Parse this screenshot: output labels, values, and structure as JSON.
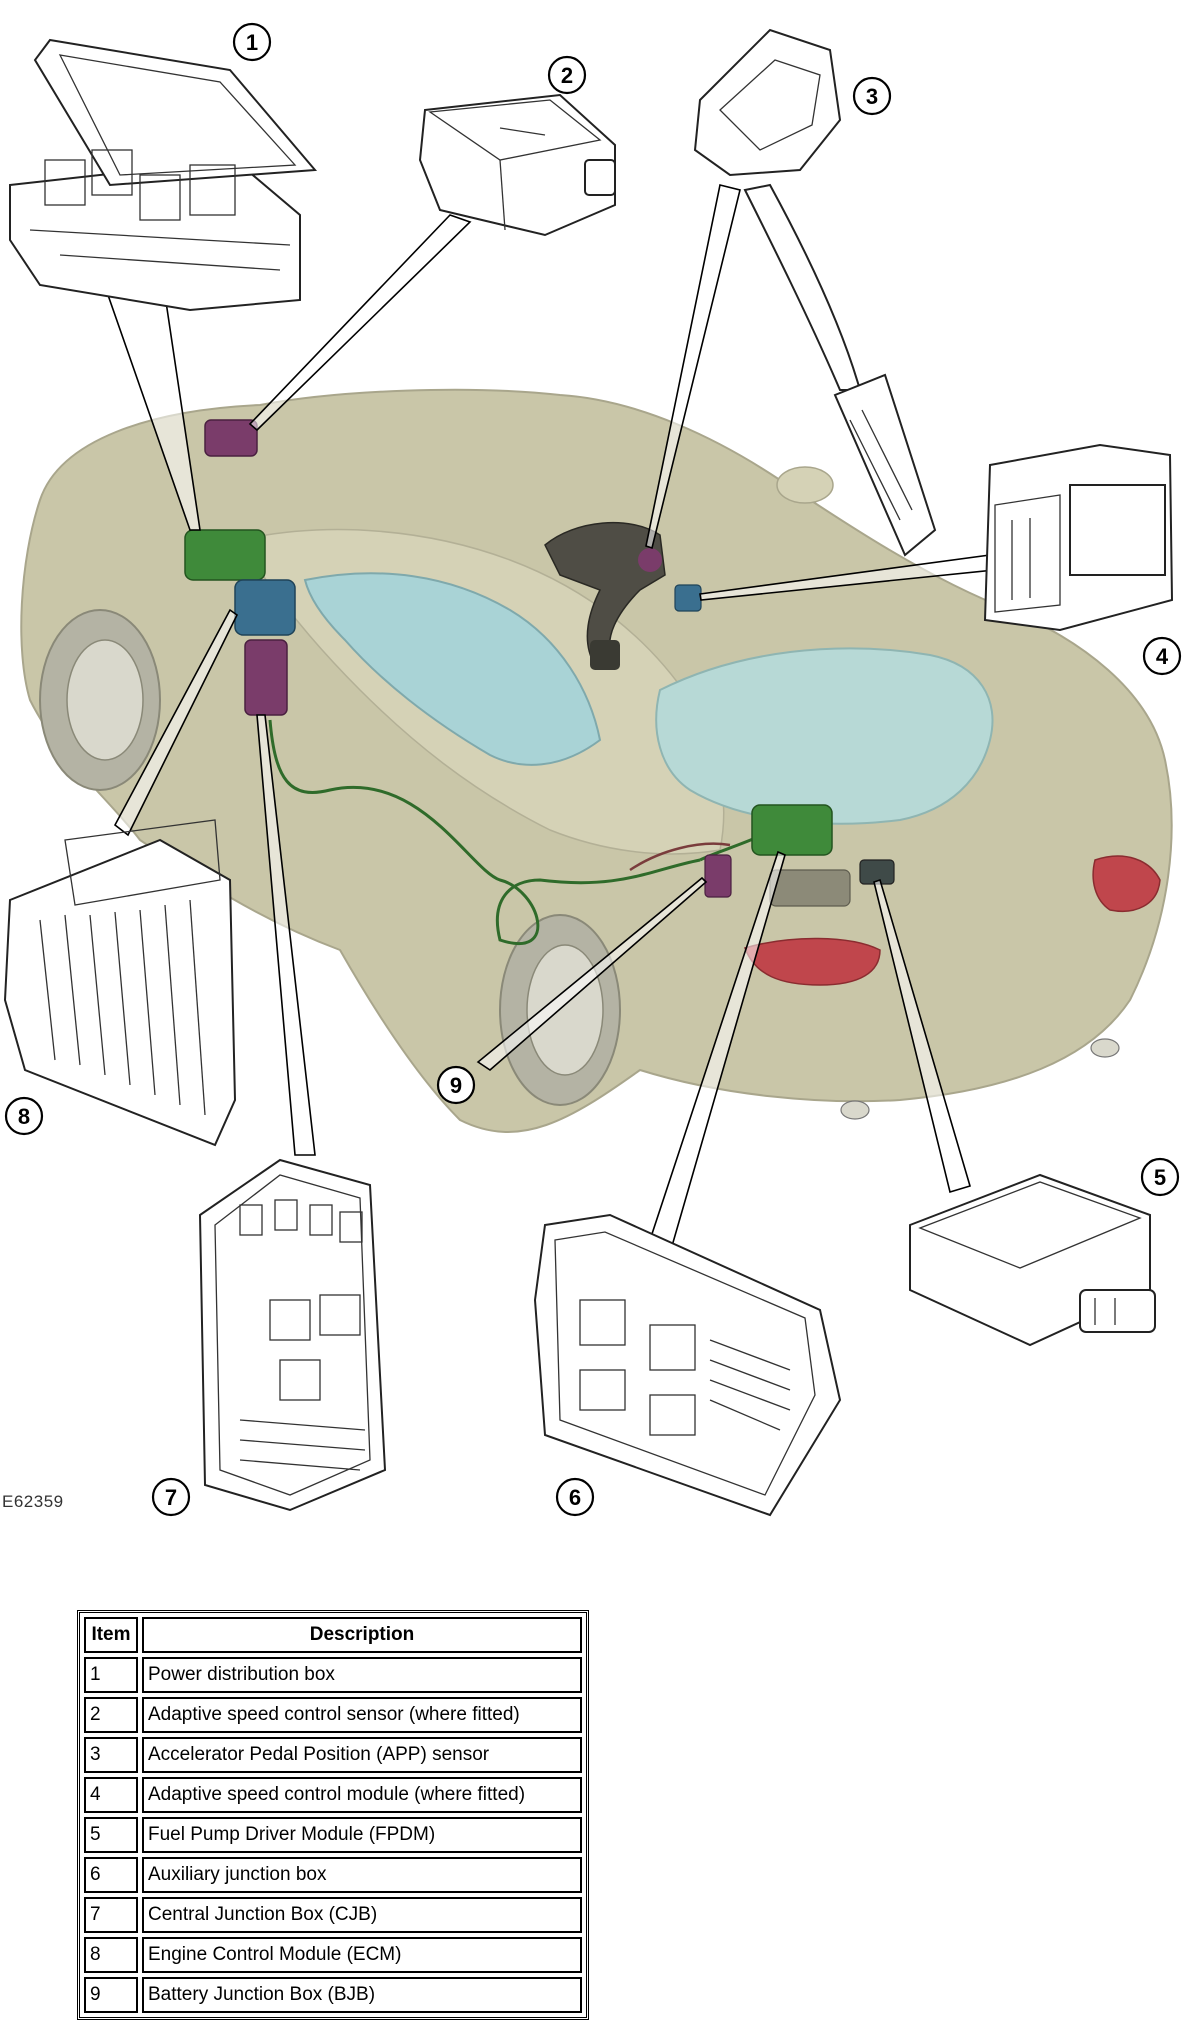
{
  "figure_id": "E62359",
  "legend": {
    "headers": {
      "item": "Item",
      "description": "Description"
    },
    "rows": [
      {
        "item": "1",
        "description": "Power distribution box"
      },
      {
        "item": "2",
        "description": "Adaptive speed control sensor (where fitted)"
      },
      {
        "item": "3",
        "description": "Accelerator Pedal Position (APP) sensor"
      },
      {
        "item": "4",
        "description": "Adaptive speed control module (where fitted)"
      },
      {
        "item": "5",
        "description": "Fuel Pump Driver Module (FPDM)"
      },
      {
        "item": "6",
        "description": "Auxiliary junction box"
      },
      {
        "item": "7",
        "description": "Central Junction Box (CJB)"
      },
      {
        "item": "8",
        "description": "Engine Control Module (ECM)"
      },
      {
        "item": "9",
        "description": "Battery Junction Box (BJB)"
      }
    ]
  },
  "callouts": [
    "1",
    "2",
    "3",
    "4",
    "5",
    "6",
    "7",
    "8",
    "9"
  ],
  "colors": {
    "car_body": "#c9c6a8",
    "glass": "#a9d3d6",
    "module_green": "#3f8a3a",
    "module_purple": "#7a3c6a",
    "module_blue": "#3a6f8f",
    "harness": "#2f6b2a",
    "tail_light": "#c0464c"
  }
}
